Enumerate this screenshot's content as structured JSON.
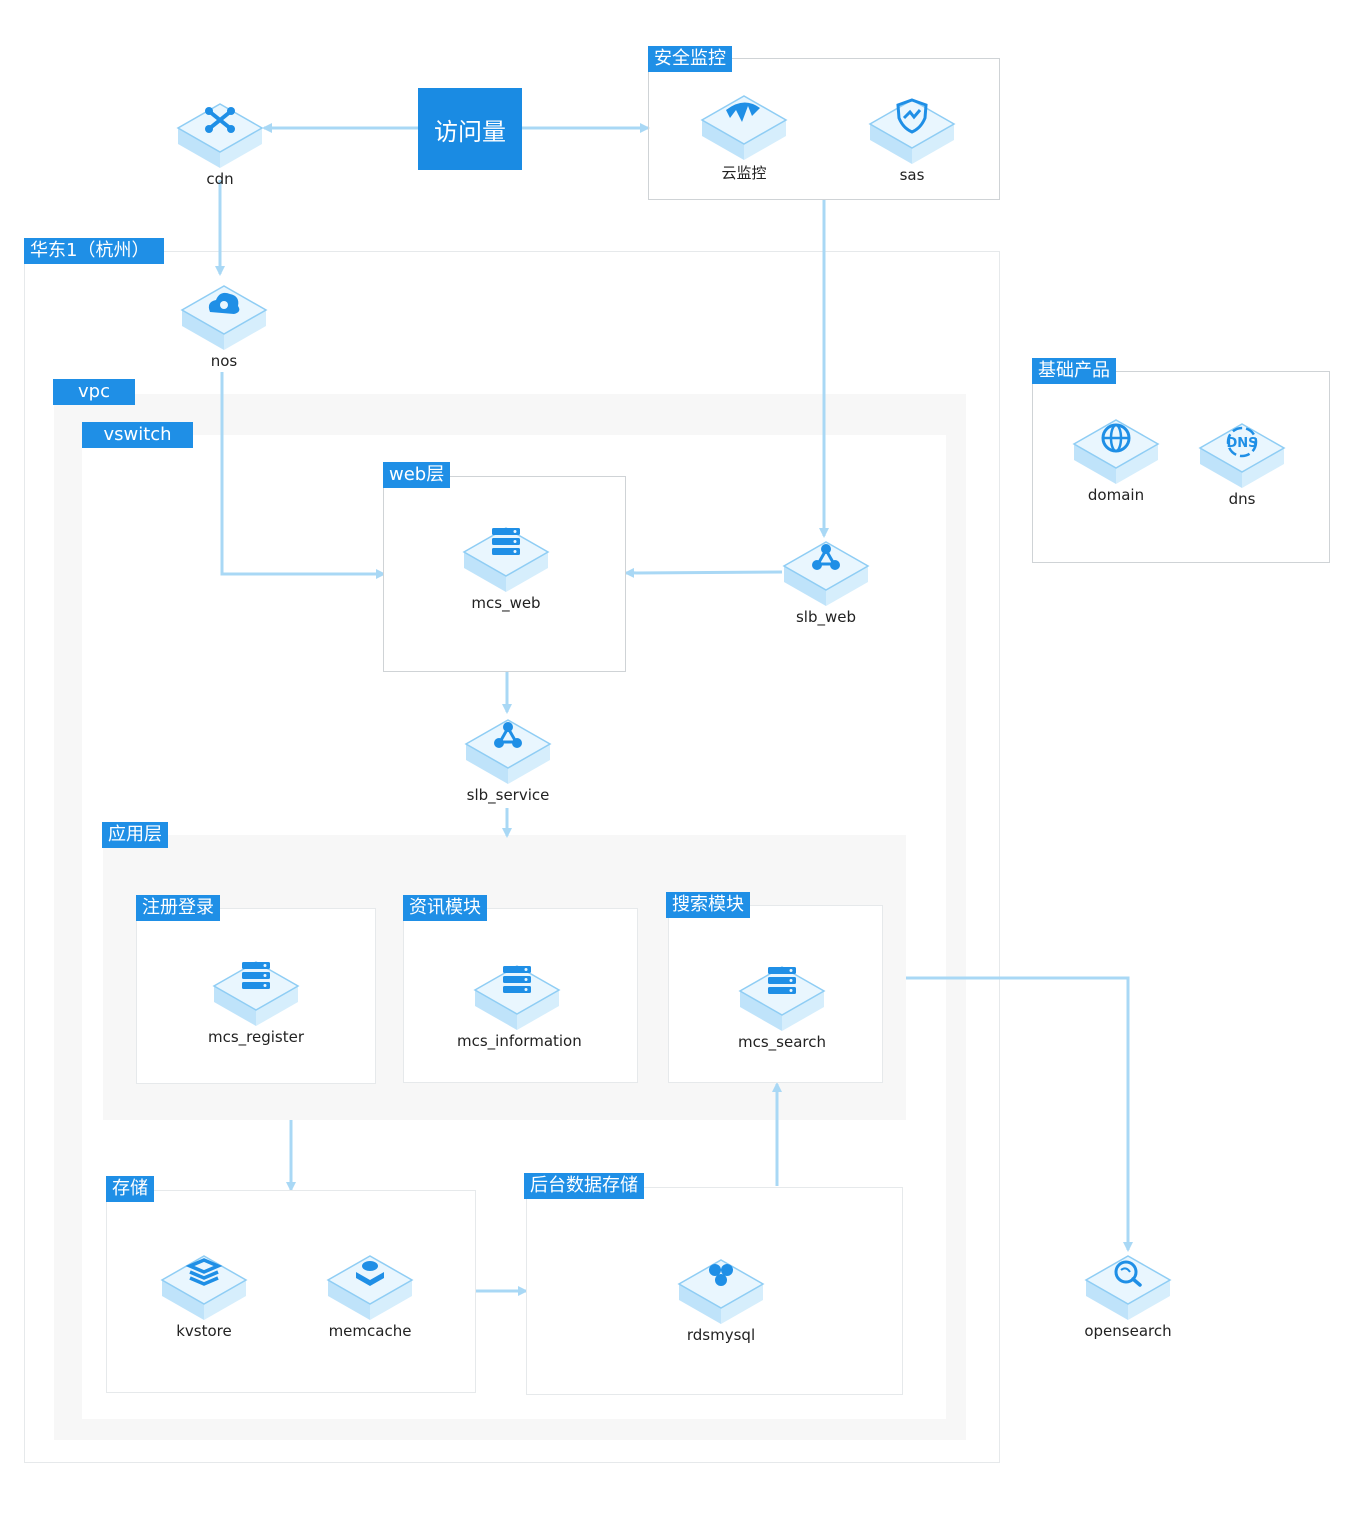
{
  "center": {
    "label": "访问量"
  },
  "regions": {
    "security": "安全监控",
    "huadong": "华东1（杭州）",
    "basic": "基础产品",
    "vpc": "vpc",
    "vswitch": "vswitch",
    "web_layer": "web层",
    "app_layer": "应用层",
    "register_module": "注册登录",
    "info_module": "资讯模块",
    "search_module": "搜索模块",
    "storage": "存储",
    "backend_storage": "后台数据存储"
  },
  "nodes": {
    "cdn": {
      "label": "cdn",
      "icon": "cdn-icon"
    },
    "cloudmonitor": {
      "label": "云监控",
      "icon": "cloud-monitor-icon"
    },
    "sas": {
      "label": "sas",
      "icon": "sas-icon"
    },
    "nos": {
      "label": "nos",
      "icon": "oss-icon"
    },
    "domain": {
      "label": "domain",
      "icon": "globe-icon"
    },
    "dns": {
      "label": "dns",
      "icon": "dns-icon"
    },
    "mcs_web": {
      "label": "mcs_web",
      "icon": "server-icon"
    },
    "slb_web": {
      "label": "slb_web",
      "icon": "slb-icon"
    },
    "slb_service": {
      "label": "slb_service",
      "icon": "slb-icon"
    },
    "mcs_register": {
      "label": "mcs_register",
      "icon": "server-icon"
    },
    "mcs_information": {
      "label": "mcs_information",
      "icon": "server-icon"
    },
    "mcs_search": {
      "label": "mcs_search",
      "icon": "server-icon"
    },
    "kvstore": {
      "label": "kvstore",
      "icon": "kvstore-icon"
    },
    "memcache": {
      "label": "memcache",
      "icon": "memcache-icon"
    },
    "rdsmysql": {
      "label": "rdsmysql",
      "icon": "rds-icon"
    },
    "opensearch": {
      "label": "opensearch",
      "icon": "opensearch-icon"
    }
  },
  "colors": {
    "accent": "#1f8fe6",
    "connector": "#a9d8f5",
    "iso_top": "#e9f6fe",
    "iso_side": "#bfe3fa"
  }
}
